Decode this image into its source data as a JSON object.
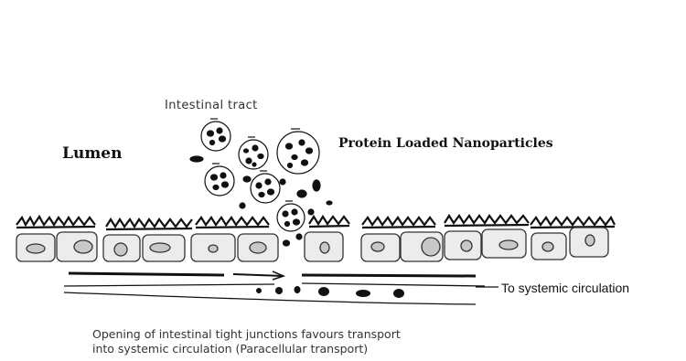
{
  "labels": {
    "intestinal_tract": "Intestinal tract",
    "lumen": "Lumen",
    "nanoparticles": "Protein Loaded Nanoparticles",
    "circulation": "To systemic circulation"
  },
  "caption": {
    "line1": "Opening of intestinal tight junctions favours transport",
    "line2": "into systemic circulation (Paracellular transport)"
  },
  "colors": {
    "ink": "#111111",
    "cell_fill": "#ececec",
    "nucleus_fill": "#c8c8c8"
  }
}
